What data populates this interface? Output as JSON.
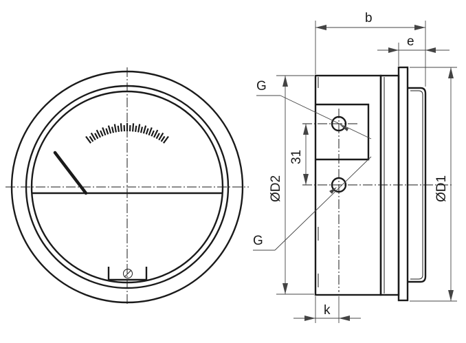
{
  "labels": {
    "b": "b",
    "e": "e",
    "g_top": "G",
    "g_bottom": "G",
    "dim_31": "31",
    "d2": "ØD2",
    "d1": "ØD1",
    "k": "k"
  }
}
